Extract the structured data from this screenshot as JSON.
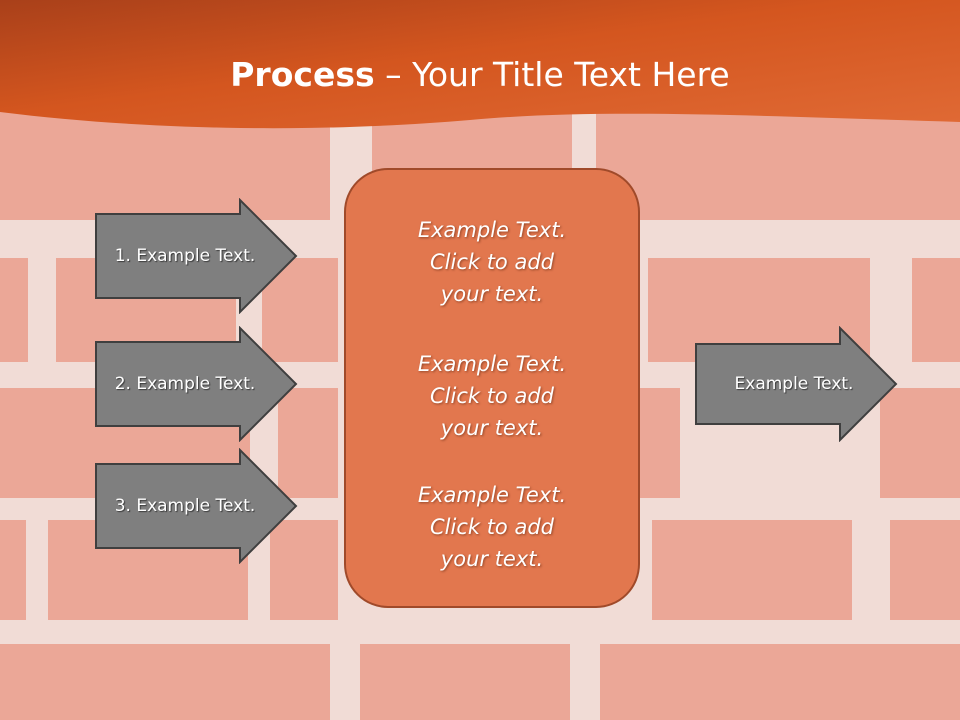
{
  "title": {
    "bold": "Process",
    "dash": " – ",
    "rest": "Your Title Text Here"
  },
  "left_arrows": [
    {
      "label": "1. Example Text."
    },
    {
      "label": "2. Example Text."
    },
    {
      "label": "3. Example Text."
    }
  ],
  "center_box": {
    "paragraphs": [
      {
        "line1": "Example Text.",
        "line2": "Click  to add",
        "line3": "your text."
      },
      {
        "line1": "Example Text.",
        "line2": "Click  to add",
        "line3": "your text."
      },
      {
        "line1": "Example Text.",
        "line2": "Click  to add",
        "line3": "your text."
      }
    ]
  },
  "right_arrow": {
    "label": "Example Text."
  },
  "colors": {
    "header": "#d2561f",
    "box_fill": "#e2774e",
    "arrow_fill": "#7f7f7f",
    "brick": "#e9a898",
    "mortar": "#f1dcd6"
  }
}
